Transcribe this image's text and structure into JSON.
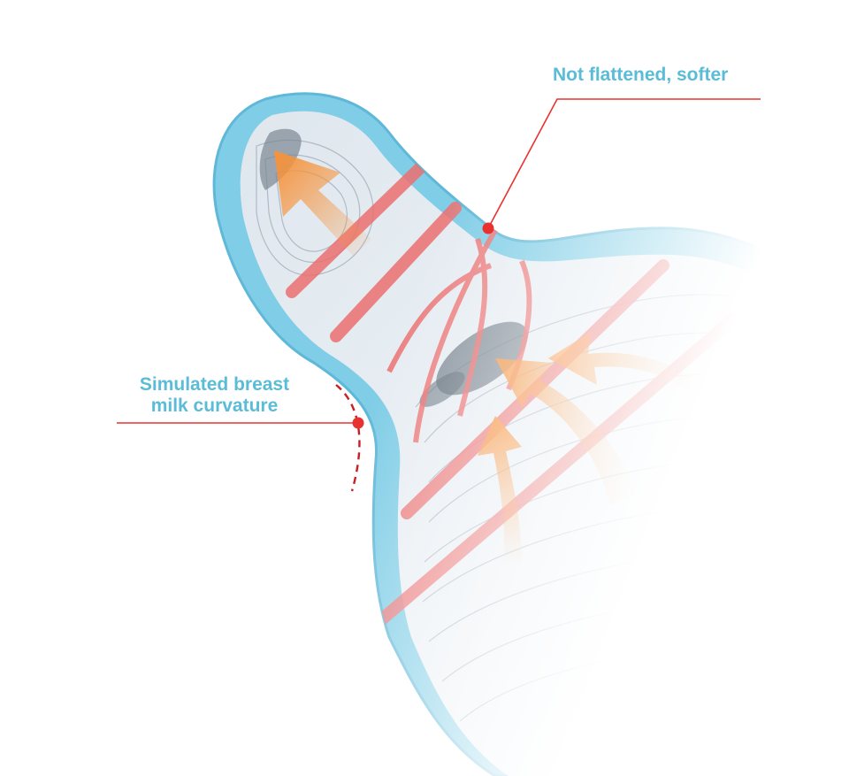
{
  "annotations": {
    "top": {
      "text": "Not flattened, softer"
    },
    "left": {
      "line1": "Simulated breast",
      "line2": "milk curvature"
    }
  },
  "colors": {
    "outline_blue": "#6fc6e3",
    "pointer_red": "#e8322f",
    "band_pink": "#ec6f6f",
    "arrow_orange": "#f7923a",
    "label_blue": "#5bbcd8"
  },
  "illustration": {
    "subject": "baby bottle nipple cross-section",
    "icons": [
      "arrow-icon"
    ]
  }
}
